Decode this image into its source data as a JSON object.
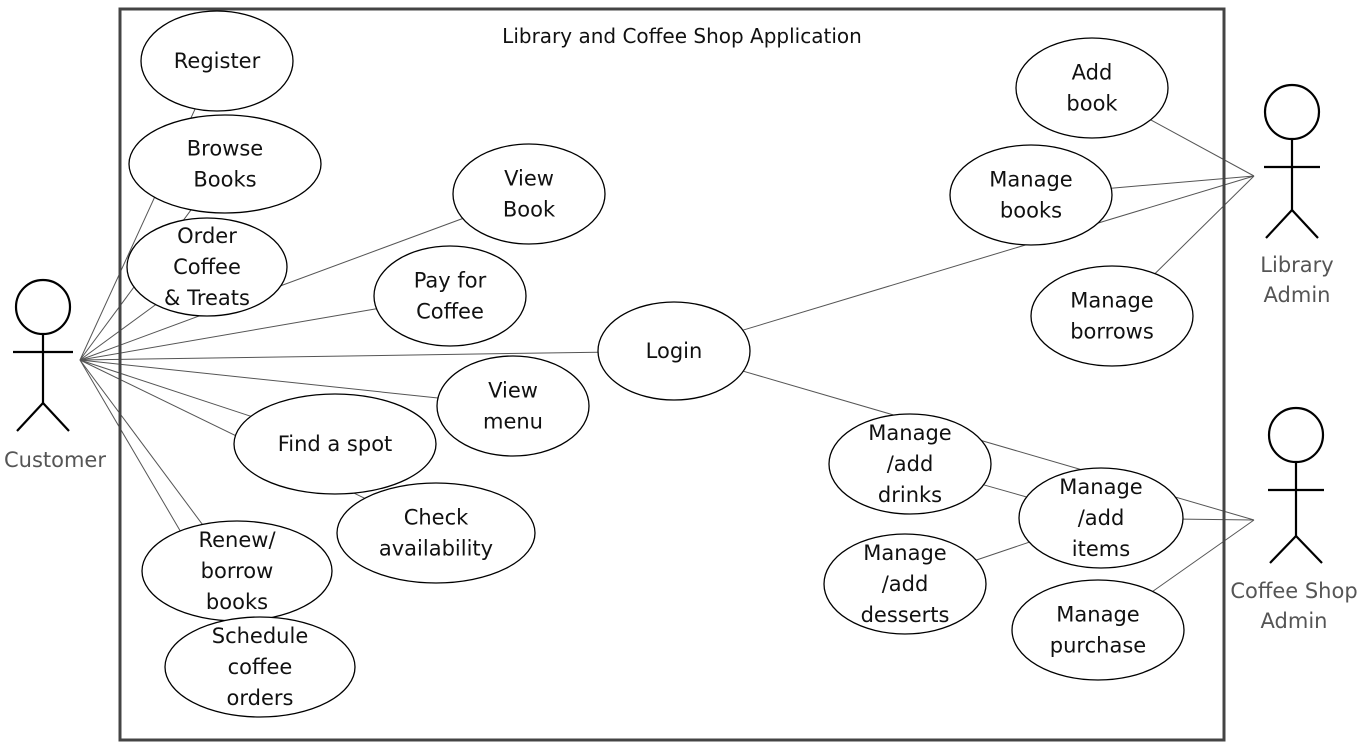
{
  "system": {
    "title": "Library and Coffee Shop Application"
  },
  "actors": {
    "customer": {
      "label_lines": [
        "Customer"
      ]
    },
    "library_admin": {
      "label_lines": [
        "Library",
        "Admin"
      ]
    },
    "coffee_admin": {
      "label_lines": [
        "Coffee Shop",
        "Admin"
      ]
    }
  },
  "use_cases": {
    "register": {
      "lines": [
        "Register"
      ]
    },
    "browse_books": {
      "lines": [
        "Browse",
        "Books"
      ]
    },
    "order_coffee": {
      "lines": [
        "Order",
        "Coffee",
        "& Treats"
      ]
    },
    "view_book": {
      "lines": [
        "View",
        "Book"
      ]
    },
    "pay_coffee": {
      "lines": [
        "Pay for",
        "Coffee"
      ]
    },
    "login": {
      "lines": [
        "Login"
      ]
    },
    "view_menu": {
      "lines": [
        "View",
        "menu"
      ]
    },
    "find_spot": {
      "lines": [
        "Find a spot"
      ]
    },
    "check_availability": {
      "lines": [
        "Check",
        "availability"
      ]
    },
    "renew_borrow": {
      "lines": [
        "Renew/",
        "borrow",
        "books"
      ]
    },
    "schedule_coffee": {
      "lines": [
        "Schedule",
        "coffee",
        "orders"
      ]
    },
    "add_book": {
      "lines": [
        "Add",
        "book"
      ]
    },
    "manage_books": {
      "lines": [
        "Manage",
        "books"
      ]
    },
    "manage_borrows": {
      "lines": [
        "Manage",
        "borrows"
      ]
    },
    "manage_drinks": {
      "lines": [
        "Manage",
        "/add",
        "drinks"
      ]
    },
    "manage_desserts": {
      "lines": [
        "Manage",
        "/add",
        "desserts"
      ]
    },
    "manage_items": {
      "lines": [
        "Manage",
        "/add",
        "items"
      ]
    },
    "manage_purchase": {
      "lines": [
        "Manage",
        "purchase"
      ]
    }
  },
  "associations": [
    [
      "customer",
      "register"
    ],
    [
      "customer",
      "browse_books"
    ],
    [
      "customer",
      "order_coffee"
    ],
    [
      "customer",
      "view_book"
    ],
    [
      "customer",
      "pay_coffee"
    ],
    [
      "customer",
      "login"
    ],
    [
      "customer",
      "view_menu"
    ],
    [
      "customer",
      "find_spot"
    ],
    [
      "customer",
      "check_availability"
    ],
    [
      "customer",
      "renew_borrow"
    ],
    [
      "customer",
      "schedule_coffee"
    ],
    [
      "login",
      "library_admin"
    ],
    [
      "login",
      "coffee_admin"
    ],
    [
      "add_book",
      "library_admin"
    ],
    [
      "manage_books",
      "library_admin"
    ],
    [
      "manage_borrows",
      "library_admin"
    ],
    [
      "manage_drinks",
      "manage_items"
    ],
    [
      "manage_desserts",
      "manage_items"
    ],
    [
      "manage_items",
      "coffee_admin"
    ],
    [
      "manage_purchase",
      "coffee_admin"
    ]
  ]
}
